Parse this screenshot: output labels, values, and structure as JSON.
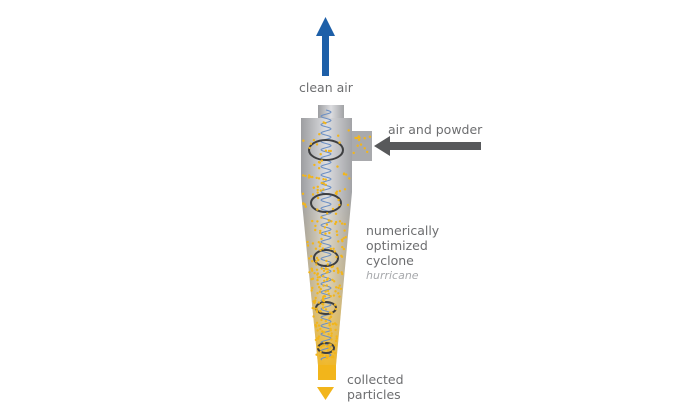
{
  "labels": {
    "outlet": "clean air",
    "inlet": "air and powder",
    "cyclone_line1": "numerically",
    "cyclone_line2": "optimized",
    "cyclone_line3": "cyclone",
    "cyclone_name": "hurricane",
    "collected_line1": "collected",
    "collected_line2": "particles"
  },
  "colors": {
    "outlet_arrow": "#1d5fa8",
    "inlet_arrow": "#58595b",
    "particles": "#f2b51b",
    "body": "#b9babc",
    "text": "#6d6e70"
  }
}
